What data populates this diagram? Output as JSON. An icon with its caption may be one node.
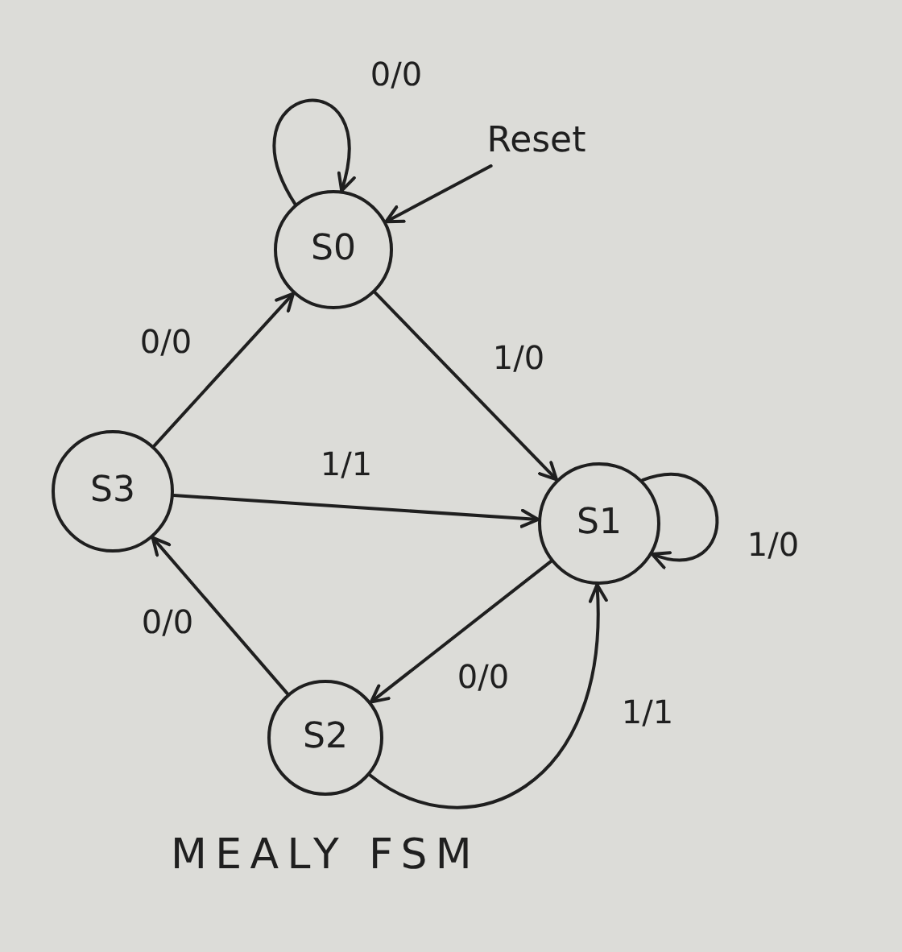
{
  "diagram": {
    "caption": "MEALY FSM",
    "nodes": [
      {
        "text": [
          "S0"
        ]
      },
      {
        "text": [
          "Reset"
        ]
      },
      {
        "text": [
          "S3"
        ]
      },
      {
        "text": [
          "S1"
        ]
      },
      {
        "text": [
          "S2"
        ]
      }
    ],
    "edges": [
      {
        "from": 0,
        "to": 0,
        "arrow": "to",
        "label": "0/0"
      },
      {
        "from": 1,
        "to": 0,
        "arrow": "to"
      },
      {
        "from": 2,
        "to": 0,
        "arrow": "to",
        "label": "0/0"
      },
      {
        "from": 0,
        "to": 3,
        "arrow": "to",
        "label": "1/0"
      },
      {
        "from": 2,
        "to": 3,
        "arrow": "to",
        "label": "1/1"
      },
      {
        "from": 3,
        "to": 3,
        "arrow": "to",
        "label": "1/0"
      },
      {
        "from": 4,
        "to": 2,
        "arrow": "to",
        "label": "0/0"
      },
      {
        "from": 3,
        "to": 4,
        "arrow": "to",
        "label": "0/0"
      },
      {
        "from": 4,
        "to": 3,
        "arrow": "to",
        "label": "1/1"
      }
    ]
  }
}
